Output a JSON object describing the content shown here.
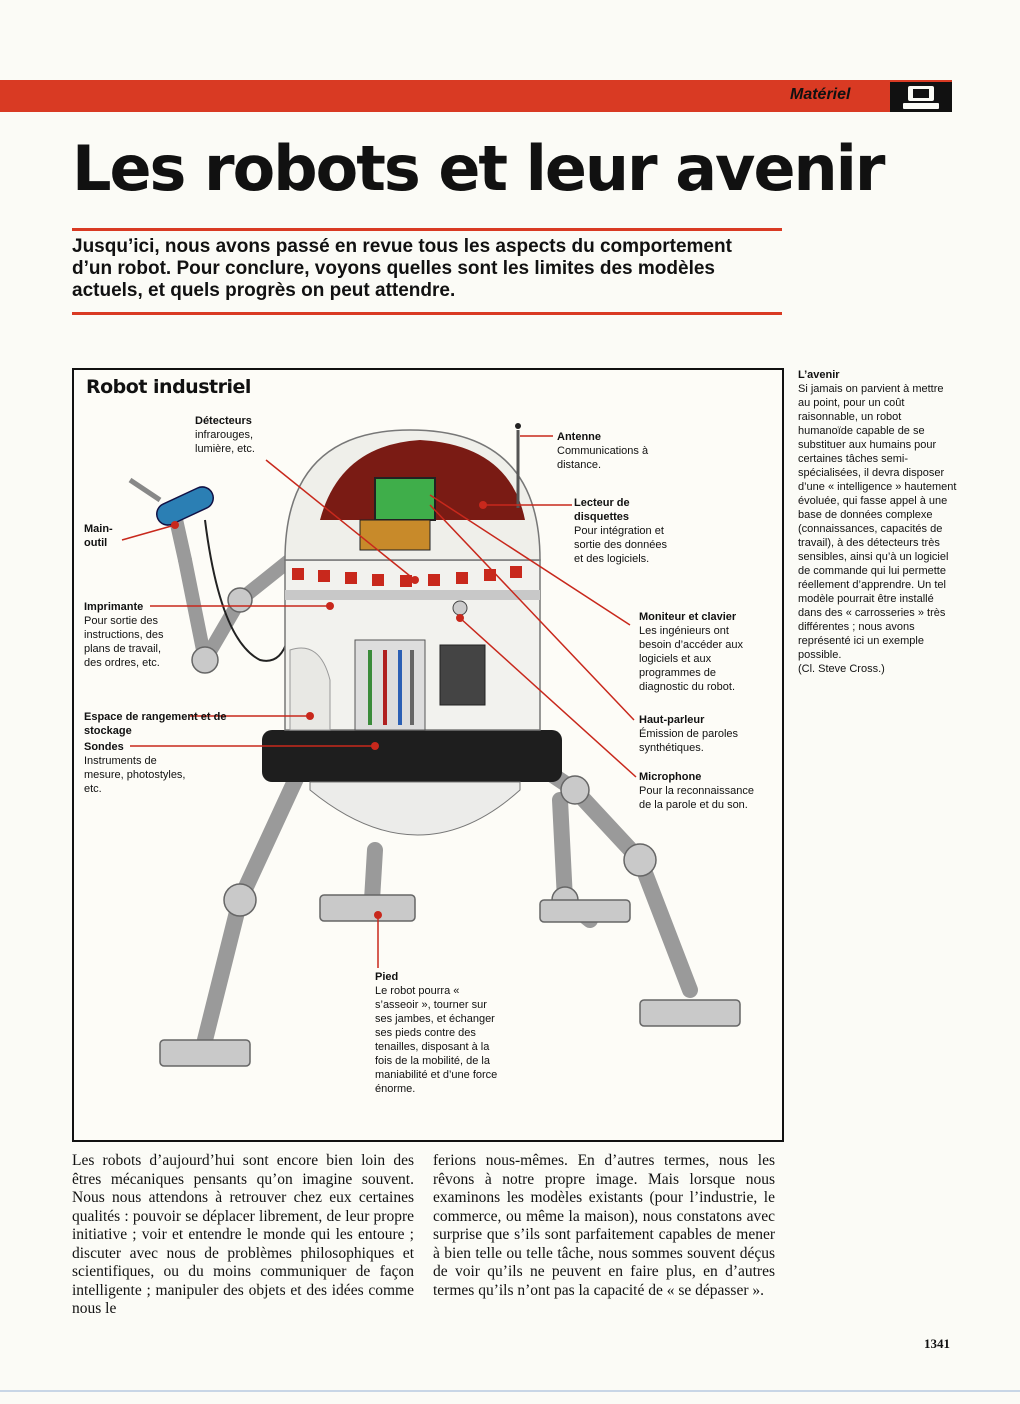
{
  "header": {
    "section": "Matériel"
  },
  "title": "Les robots et leur avenir",
  "lead": "Jusqu’ici, nous avons passé en revue tous les aspects du comportement d’un robot. Pour conclure, voyons quelles sont les limites des modèles actuels, et quels progrès on peut attendre.",
  "figure": {
    "title": "Robot industriel",
    "labels": {
      "detecteurs": {
        "heading": "Détecteurs",
        "text": "infrarouges, lumière, etc."
      },
      "main_outil": {
        "heading": "Main-outil",
        "text": ""
      },
      "imprimante": {
        "heading": "Imprimante",
        "text": "Pour sortie des instructions, des plans de travail, des ordres, etc."
      },
      "espace": {
        "heading": "Espace de rangement et de stockage",
        "text": ""
      },
      "sondes": {
        "heading": "Sondes",
        "text": "Instruments de mesure, photostyles, etc."
      },
      "antenne": {
        "heading": "Antenne",
        "text": "Communications à distance."
      },
      "lecteur": {
        "heading": "Lecteur de disquettes",
        "text": "Pour intégration et sortie des données et des logiciels."
      },
      "moniteur": {
        "heading": "Moniteur et clavier",
        "text": "Les ingénieurs ont besoin d’accéder aux logiciels et aux programmes de diagnostic du robot."
      },
      "haut_parleur": {
        "heading": "Haut-parleur",
        "text": "Émission de paroles synthétiques."
      },
      "microphone": {
        "heading": "Microphone",
        "text": "Pour la reconnaissance de la parole et du son."
      },
      "pied": {
        "heading": "Pied",
        "text": "Le robot pourra « s’asseoir », tourner sur ses jambes, et échanger ses pieds contre des tenailles, disposant à la fois de la mobilité, de la maniabilité et d’une force énorme."
      }
    }
  },
  "caption": {
    "heading": "L’avenir",
    "text": "Si jamais on parvient à mettre au point, pour un coût raisonnable, un robot humanoïde capable de se substituer aux humains pour certaines tâches semi-spécialisées, il devra disposer d’une « intelligence » hautement évoluée, qui fasse appel à une base de données complexe (connaissances, capacités de travail), à des détecteurs très sensibles, ainsi qu’à un logiciel de commande qui lui permette réellement d’apprendre. Un tel modèle pourrait être installé dans des « carrosseries » très différentes ; nous avons représenté ici un exemple possible.",
    "credit": "(Cl. Steve Cross.)"
  },
  "body": {
    "col1": "Les robots d’aujourd’hui sont encore bien loin des êtres mécaniques pensants qu’on imagine souvent. Nous nous attendons à retrouver chez eux certaines qualités : pouvoir se déplacer librement, de leur propre initiative ; voir et entendre le monde qui les entoure ; discuter avec nous de problèmes philosophiques et scientifiques, ou du moins communiquer de façon intelligente ; manipuler des objets et des idées comme nous le",
    "col2": "ferions nous-mêmes. En d’autres termes, nous les rêvons à notre propre image. Mais lorsque nous examinons les modèles existants (pour l’industrie, le commerce, ou même la maison), nous constatons avec surprise que s’ils sont parfaitement capables de mener à bien telle ou telle tâche, nous sommes souvent déçus de voir qu’ils ne peuvent en faire plus, en d’autres termes qu’ils n’ont pas la capacité de « se dépasser »."
  },
  "page_number": "1341",
  "colors": {
    "accent": "#d93a23",
    "tab": "#2e9b5e",
    "ink": "#111111"
  }
}
